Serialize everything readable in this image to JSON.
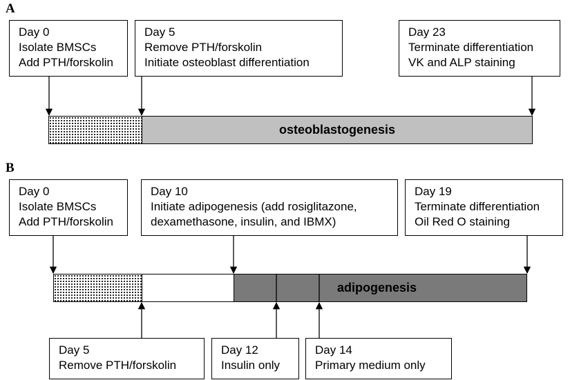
{
  "panelA": {
    "label": "A",
    "boxes": [
      {
        "lines": [
          "Day 0",
          "Isolate BMSCs",
          "Add PTH/forskolin"
        ]
      },
      {
        "lines": [
          "Day 5",
          "Remove PTH/forskolin",
          "Initiate osteoblast differentiation"
        ]
      },
      {
        "lines": [
          "Day 23",
          "Terminate differentiation",
          "VK and ALP staining"
        ]
      }
    ],
    "bar_label": "osteoblastogenesis"
  },
  "panelB": {
    "label": "B",
    "top_boxes": [
      {
        "lines": [
          "Day 0",
          "Isolate BMSCs",
          "Add PTH/forskolin"
        ]
      },
      {
        "lines": [
          "Day 10",
          "Initiate adipogenesis (add rosiglitazone,",
          "dexamethasone, insulin, and IBMX)"
        ]
      },
      {
        "lines": [
          "Day 19",
          "Terminate differentiation",
          "Oil Red O staining"
        ]
      }
    ],
    "bottom_boxes": [
      {
        "lines": [
          "Day 5",
          "Remove PTH/forskolin"
        ]
      },
      {
        "lines": [
          "Day 12",
          "Insulin only"
        ]
      },
      {
        "lines": [
          "Day 14",
          "Primary medium only"
        ]
      }
    ],
    "bar_label": "adipogenesis"
  },
  "colors": {
    "osteo_bar": "#c0c0c0",
    "adipo_bar": "#7a7a7a",
    "line": "#000000"
  }
}
